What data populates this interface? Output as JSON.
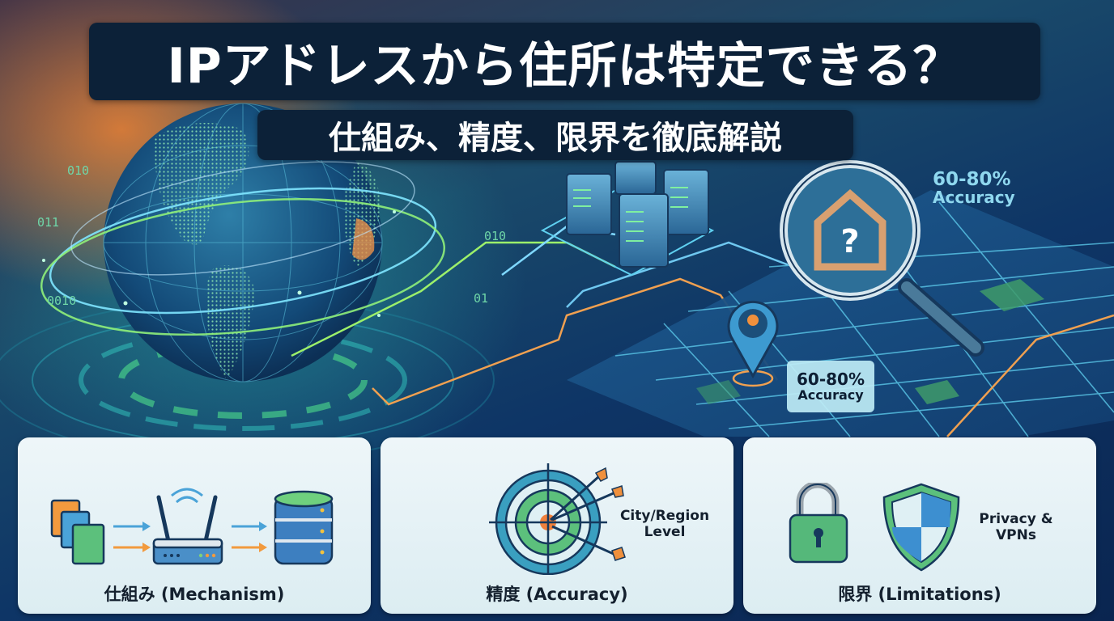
{
  "header": {
    "title": "IPアドレスから住所は特定できる？",
    "subtitle": "仕組み、精度、限界を徹底解説"
  },
  "background": {
    "binary_labels": [
      "010",
      "011",
      "0010",
      "010",
      "01"
    ],
    "accuracy_callout_top": {
      "value": "60-80%",
      "label": "Accuracy"
    },
    "accuracy_callout_map": {
      "value": "60-80%",
      "label": "Accuracy"
    },
    "icons": [
      "globe-icon",
      "server-rack-icon",
      "magnifier-house-icon",
      "map-pin-icon",
      "city-map"
    ]
  },
  "cards": [
    {
      "label": "仕組み (Mechanism)",
      "icons": [
        "documents-icon",
        "arrow-icon",
        "router-icon",
        "database-icon"
      ]
    },
    {
      "label": "精度 (Accuracy)",
      "side_label_line1": "City/Region",
      "side_label_line2": "Level",
      "icons": [
        "target-arrows-icon"
      ]
    },
    {
      "label": "限界 (Limitations)",
      "side_label_line1": "Privacy &",
      "side_label_line2": "VPNs",
      "icons": [
        "lock-icon",
        "shield-icon"
      ]
    }
  ],
  "colors": {
    "title_bg": "#0c2138",
    "accent_green": "#4fc47a",
    "accent_orange": "#f08a3c",
    "accent_blue": "#3d8fd0",
    "map_line": "#5fd0f0"
  }
}
